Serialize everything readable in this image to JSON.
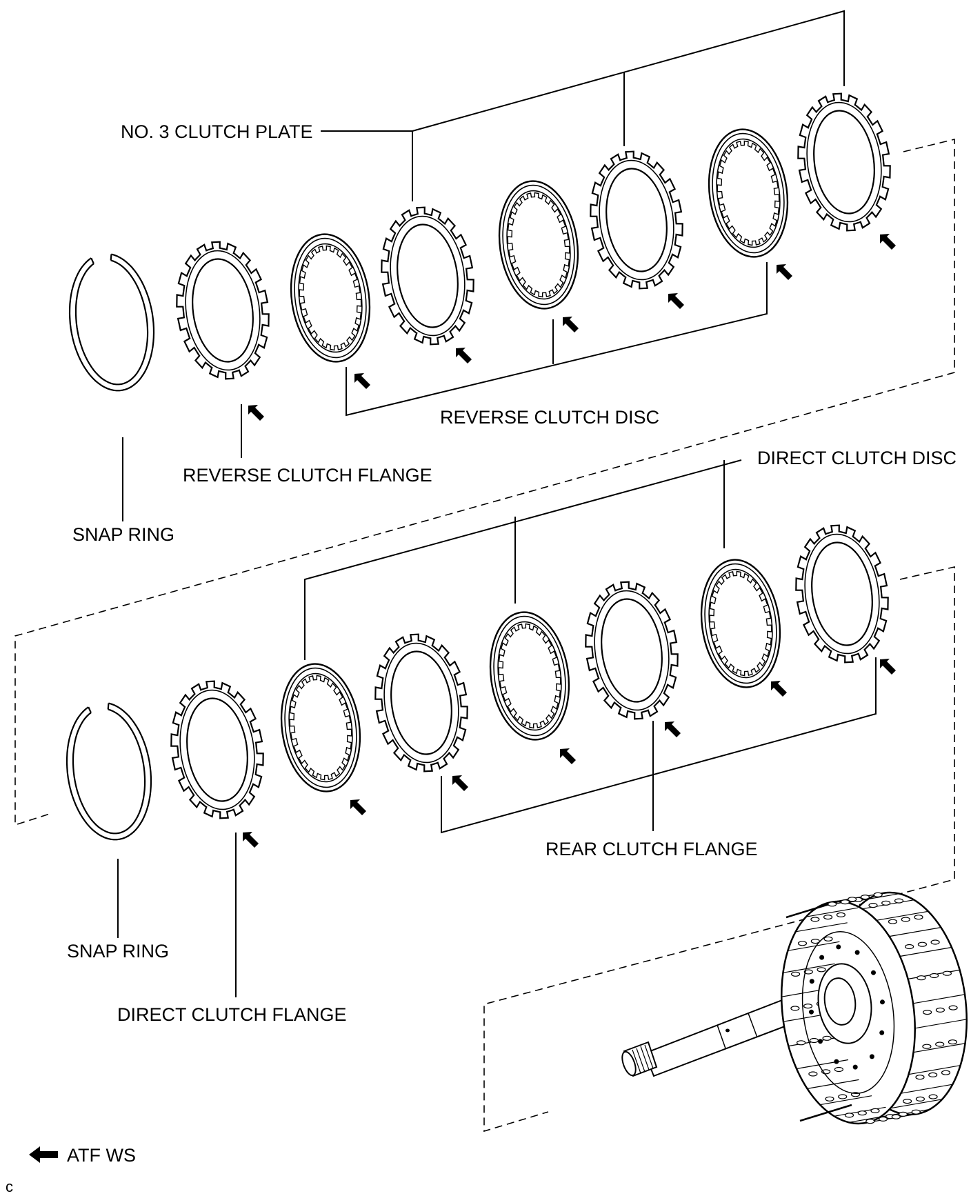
{
  "labels": {
    "no3_clutch_plate": "NO. 3 CLUTCH PLATE",
    "reverse_clutch_disc": "REVERSE CLUTCH DISC",
    "reverse_clutch_flange": "REVERSE CLUTCH FLANGE",
    "snap_ring_upper": "SNAP RING",
    "direct_clutch_disc": "DIRECT CLUTCH DISC",
    "rear_clutch_flange": "REAR CLUTCH FLANGE",
    "snap_ring_lower": "SNAP RING",
    "direct_clutch_flange": "DIRECT CLUTCH FLANGE"
  },
  "legend": {
    "atf_label": "ATF WS"
  },
  "figure_code": "c",
  "colors": {
    "ink": "#000000",
    "background": "#ffffff"
  }
}
